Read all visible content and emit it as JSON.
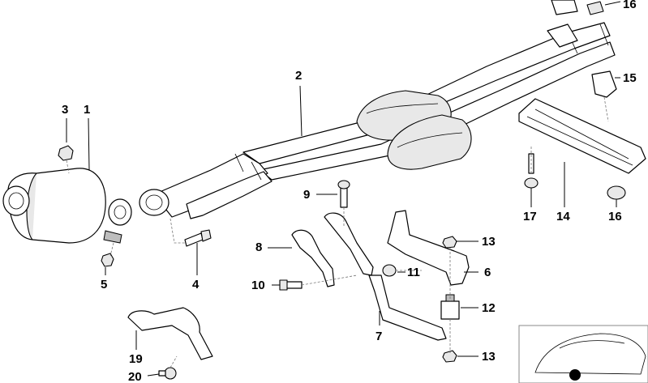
{
  "labels": {
    "p1": "1",
    "p2": "2",
    "p3": "3",
    "p4": "4",
    "p5": "5",
    "p6": "6",
    "p7": "7",
    "p8": "8",
    "p9": "9",
    "p10": "10",
    "p11": "11",
    "p12": "12",
    "p13a": "13",
    "p13b": "13",
    "p14": "14",
    "p15": "15",
    "p16a": "16",
    "p16b": "16",
    "p17": "17",
    "p19": "19",
    "p20": "20"
  }
}
